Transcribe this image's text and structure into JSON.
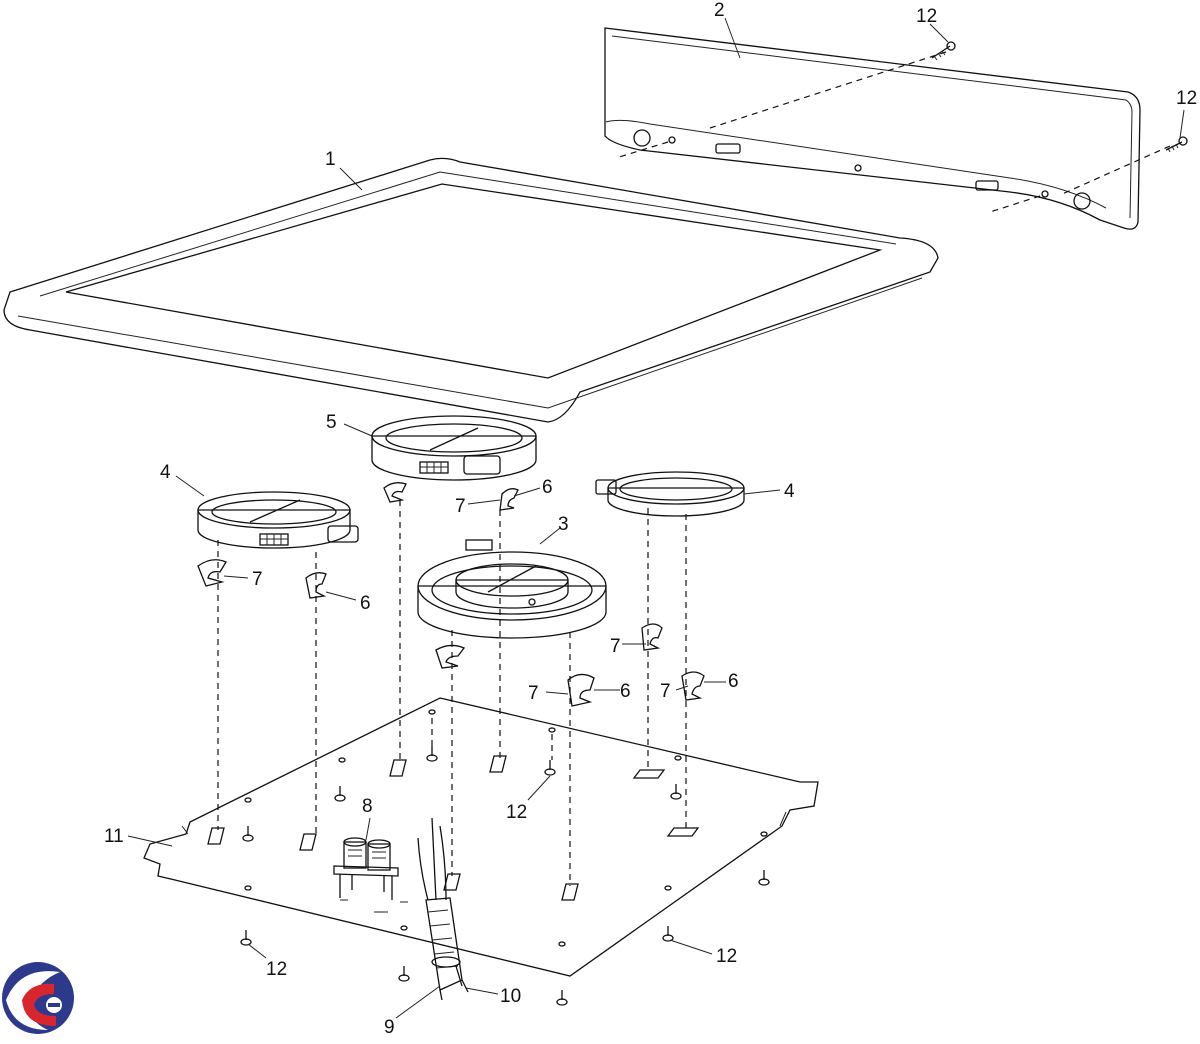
{
  "diagram": {
    "callouts": [
      {
        "id": "cooktop",
        "label": "1"
      },
      {
        "id": "backguard",
        "label": "2"
      },
      {
        "id": "large-element",
        "label": "3"
      },
      {
        "id": "left-element",
        "label": "4"
      },
      {
        "id": "right-element",
        "label": "4"
      },
      {
        "id": "rear-element",
        "label": "5"
      },
      {
        "id": "bracket-rear-6",
        "label": "6"
      },
      {
        "id": "bracket-left-6",
        "label": "6"
      },
      {
        "id": "bracket-center-6",
        "label": "6"
      },
      {
        "id": "bracket-right-6",
        "label": "6"
      },
      {
        "id": "bracket-rear-7",
        "label": "7"
      },
      {
        "id": "bracket-left-7",
        "label": "7"
      },
      {
        "id": "bracket-center-7",
        "label": "7"
      },
      {
        "id": "bracket-right-upper-7",
        "label": "7"
      },
      {
        "id": "bracket-right-lower-7",
        "label": "7"
      },
      {
        "id": "terminal-block",
        "label": "8"
      },
      {
        "id": "cord",
        "label": "9"
      },
      {
        "id": "cord-clamp",
        "label": "10"
      },
      {
        "id": "bottom-panel",
        "label": "11"
      },
      {
        "id": "screw-top-1",
        "label": "12"
      },
      {
        "id": "screw-top-2",
        "label": "12"
      },
      {
        "id": "screw-center",
        "label": "12"
      },
      {
        "id": "screw-bottom-left",
        "label": "12"
      },
      {
        "id": "screw-bottom-right",
        "label": "12"
      }
    ]
  },
  "logo": {
    "name": "brand-logo",
    "colors": [
      "#2d3a8c",
      "#d7262e",
      "#ffffff"
    ]
  },
  "colors": {
    "line": "#111111",
    "glass": "#8a8a8a",
    "panel": "#ffffff"
  }
}
